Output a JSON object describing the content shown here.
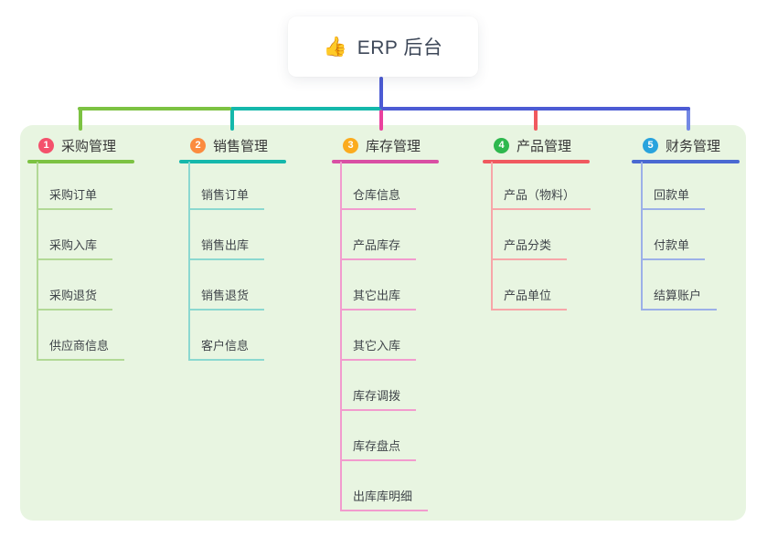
{
  "root": {
    "icon": "👍",
    "title": "ERP 后台"
  },
  "canvas": {
    "background": "#ffffff",
    "panel_background": "#e8f5e1"
  },
  "connector": {
    "root_color": "#4c5bd4",
    "bus_segment_colors": [
      "#7cc242",
      "#14b8ab",
      "#4c5bd4"
    ]
  },
  "branches": [
    {
      "badge": "1",
      "badge_color": "#f4516c",
      "label": "采购管理",
      "line_color": "#7cc242",
      "child_line_color": "#b2d996",
      "drop_color": "#7cc242",
      "children": [
        "采购订单",
        "采购入库",
        "采购退货",
        "供应商信息"
      ]
    },
    {
      "badge": "2",
      "badge_color": "#fb8b3f",
      "label": "销售管理",
      "line_color": "#14b8ab",
      "child_line_color": "#8bd8d0",
      "drop_color": "#14b8ab",
      "children": [
        "销售订单",
        "销售出库",
        "销售退货",
        "客户信息"
      ]
    },
    {
      "badge": "3",
      "badge_color": "#fbab1e",
      "label": "库存管理",
      "line_color": "#d94fa4",
      "child_line_color": "#f29bce",
      "drop_color": "#ea419e",
      "children": [
        "仓库信息",
        "产品库存",
        "其它出库",
        "其它入库",
        "库存调拨",
        "库存盘点",
        "出库库明细"
      ]
    },
    {
      "badge": "4",
      "badge_color": "#2eb84e",
      "label": "产品管理",
      "line_color": "#f0595f",
      "child_line_color": "#f7a6a9",
      "drop_color": "#f0595f",
      "children": [
        "产品（物料）",
        "产品分类",
        "产品单位"
      ]
    },
    {
      "badge": "5",
      "badge_color": "#29a3dd",
      "label": "财务管理",
      "line_color": "#4a69d2",
      "child_line_color": "#9cb0e8",
      "drop_color": "#7388e4",
      "children": [
        "回款单",
        "付款单",
        "结算账户"
      ]
    }
  ]
}
